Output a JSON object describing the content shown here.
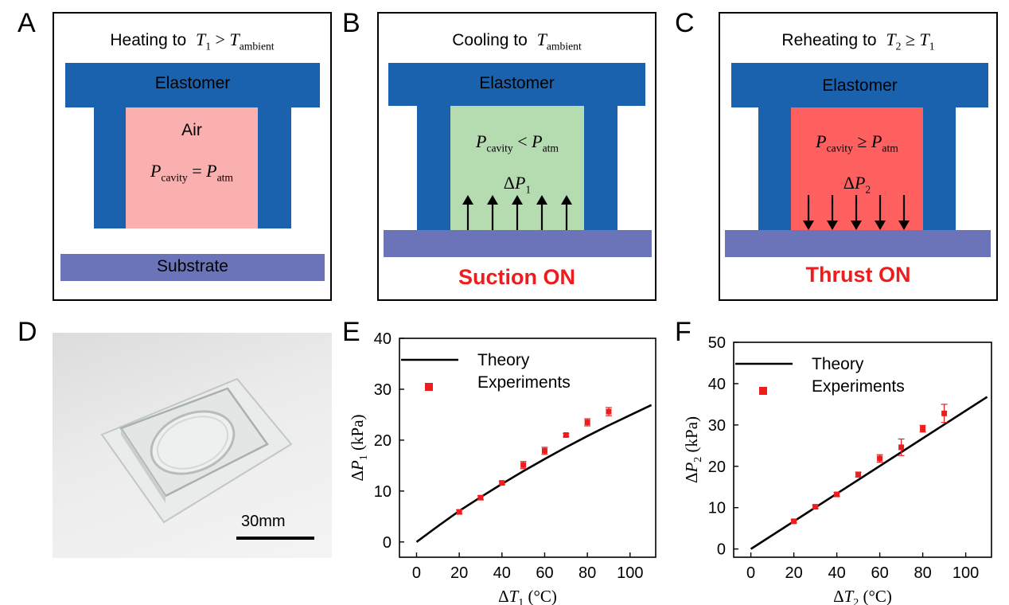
{
  "panel_letters": {
    "a": "A",
    "b": "B",
    "c": "C",
    "d": "D",
    "e": "E",
    "f": "F"
  },
  "colors": {
    "elastomer": "#1b62ae",
    "air_pink": "#fbb0b0",
    "cavity_green": "#b4dcb0",
    "cavity_red": "#fe6060",
    "substrate": "#6b74b8",
    "highlight_red": "#ee1c1c"
  },
  "panel_a": {
    "heading_prefix": "Heating to",
    "t_symbol": "T",
    "t_sub": "1",
    "op": ">",
    "t2_symbol": "T",
    "t2_sub": "ambient",
    "elastomer": "Elastomer",
    "air": "Air",
    "eq_p": "P",
    "eq_p_sub": "cavity",
    "eq_op": "=",
    "eq_r": "P",
    "eq_r_sub": "atm",
    "substrate": "Substrate"
  },
  "panel_b": {
    "heading_prefix": "Cooling to",
    "t_symbol": "T",
    "t_sub": "ambient",
    "elastomer": "Elastomer",
    "eq_p": "P",
    "eq_p_sub": "cavity",
    "eq_op": "<",
    "eq_r": "P",
    "eq_r_sub": "atm",
    "dp_delta": "Δ",
    "dp": "P",
    "dp_sub": "1",
    "status": "Suction ON"
  },
  "panel_c": {
    "heading_prefix": "Reheating to",
    "t_symbol": "T",
    "t_sub": "2",
    "op": "≥",
    "t2_symbol": "T",
    "t2_sub": "1",
    "elastomer": "Elastomer",
    "eq_p": "P",
    "eq_p_sub": "cavity",
    "eq_op": "≥",
    "eq_r": "P",
    "eq_r_sub": "atm",
    "dp_delta": "Δ",
    "dp": "P",
    "dp_sub": "2",
    "status": "Thrust ON"
  },
  "panel_d": {
    "scale_label": "30mm"
  },
  "chart_data": [
    {
      "id": "E",
      "type": "scatter",
      "title": "",
      "xlabel": "ΔT1 (°C)",
      "ylabel": "ΔP1 (kPa)",
      "xlim": [
        -8,
        112
      ],
      "ylim": [
        -3,
        40
      ],
      "xticks": [
        0,
        20,
        40,
        60,
        80,
        100
      ],
      "yticks": [
        0,
        10,
        20,
        30,
        40
      ],
      "legend": {
        "placement": "top-left",
        "line_label": "Theory",
        "marker_label": "Experiments"
      },
      "theory": {
        "x": [
          0,
          10,
          20,
          30,
          40,
          50,
          60,
          70,
          80,
          90,
          100,
          110
        ],
        "y": [
          0,
          3.1,
          6.1,
          8.8,
          11.4,
          13.9,
          16.3,
          18.6,
          20.8,
          22.9,
          24.9,
          26.9
        ]
      },
      "experiments": {
        "x": [
          20,
          30,
          40,
          50,
          60,
          70,
          80,
          90
        ],
        "y": [
          5.9,
          8.7,
          11.6,
          15.1,
          17.9,
          21.0,
          23.5,
          25.6
        ],
        "err": [
          0.4,
          0.4,
          0.3,
          0.7,
          0.7,
          0.3,
          0.7,
          0.8
        ]
      }
    },
    {
      "id": "F",
      "type": "scatter",
      "title": "",
      "xlabel": "ΔT2 (°C)",
      "ylabel": "ΔP2 (kPa)",
      "xlim": [
        -8,
        112
      ],
      "ylim": [
        -2,
        50
      ],
      "xticks": [
        0,
        20,
        40,
        60,
        80,
        100
      ],
      "yticks": [
        0,
        10,
        20,
        30,
        40,
        50
      ],
      "legend": {
        "placement": "top-left",
        "line_label": "Theory",
        "marker_label": "Experiments"
      },
      "theory": {
        "x": [
          0,
          110
        ],
        "y": [
          0,
          36.8
        ]
      },
      "experiments": {
        "x": [
          20,
          30,
          40,
          50,
          60,
          70,
          80,
          90
        ],
        "y": [
          6.7,
          10.2,
          13.2,
          18.0,
          21.9,
          24.6,
          29.1,
          32.8
        ],
        "err": [
          0.4,
          0.4,
          0.5,
          0.6,
          0.9,
          2.0,
          0.8,
          2.2
        ]
      }
    }
  ]
}
